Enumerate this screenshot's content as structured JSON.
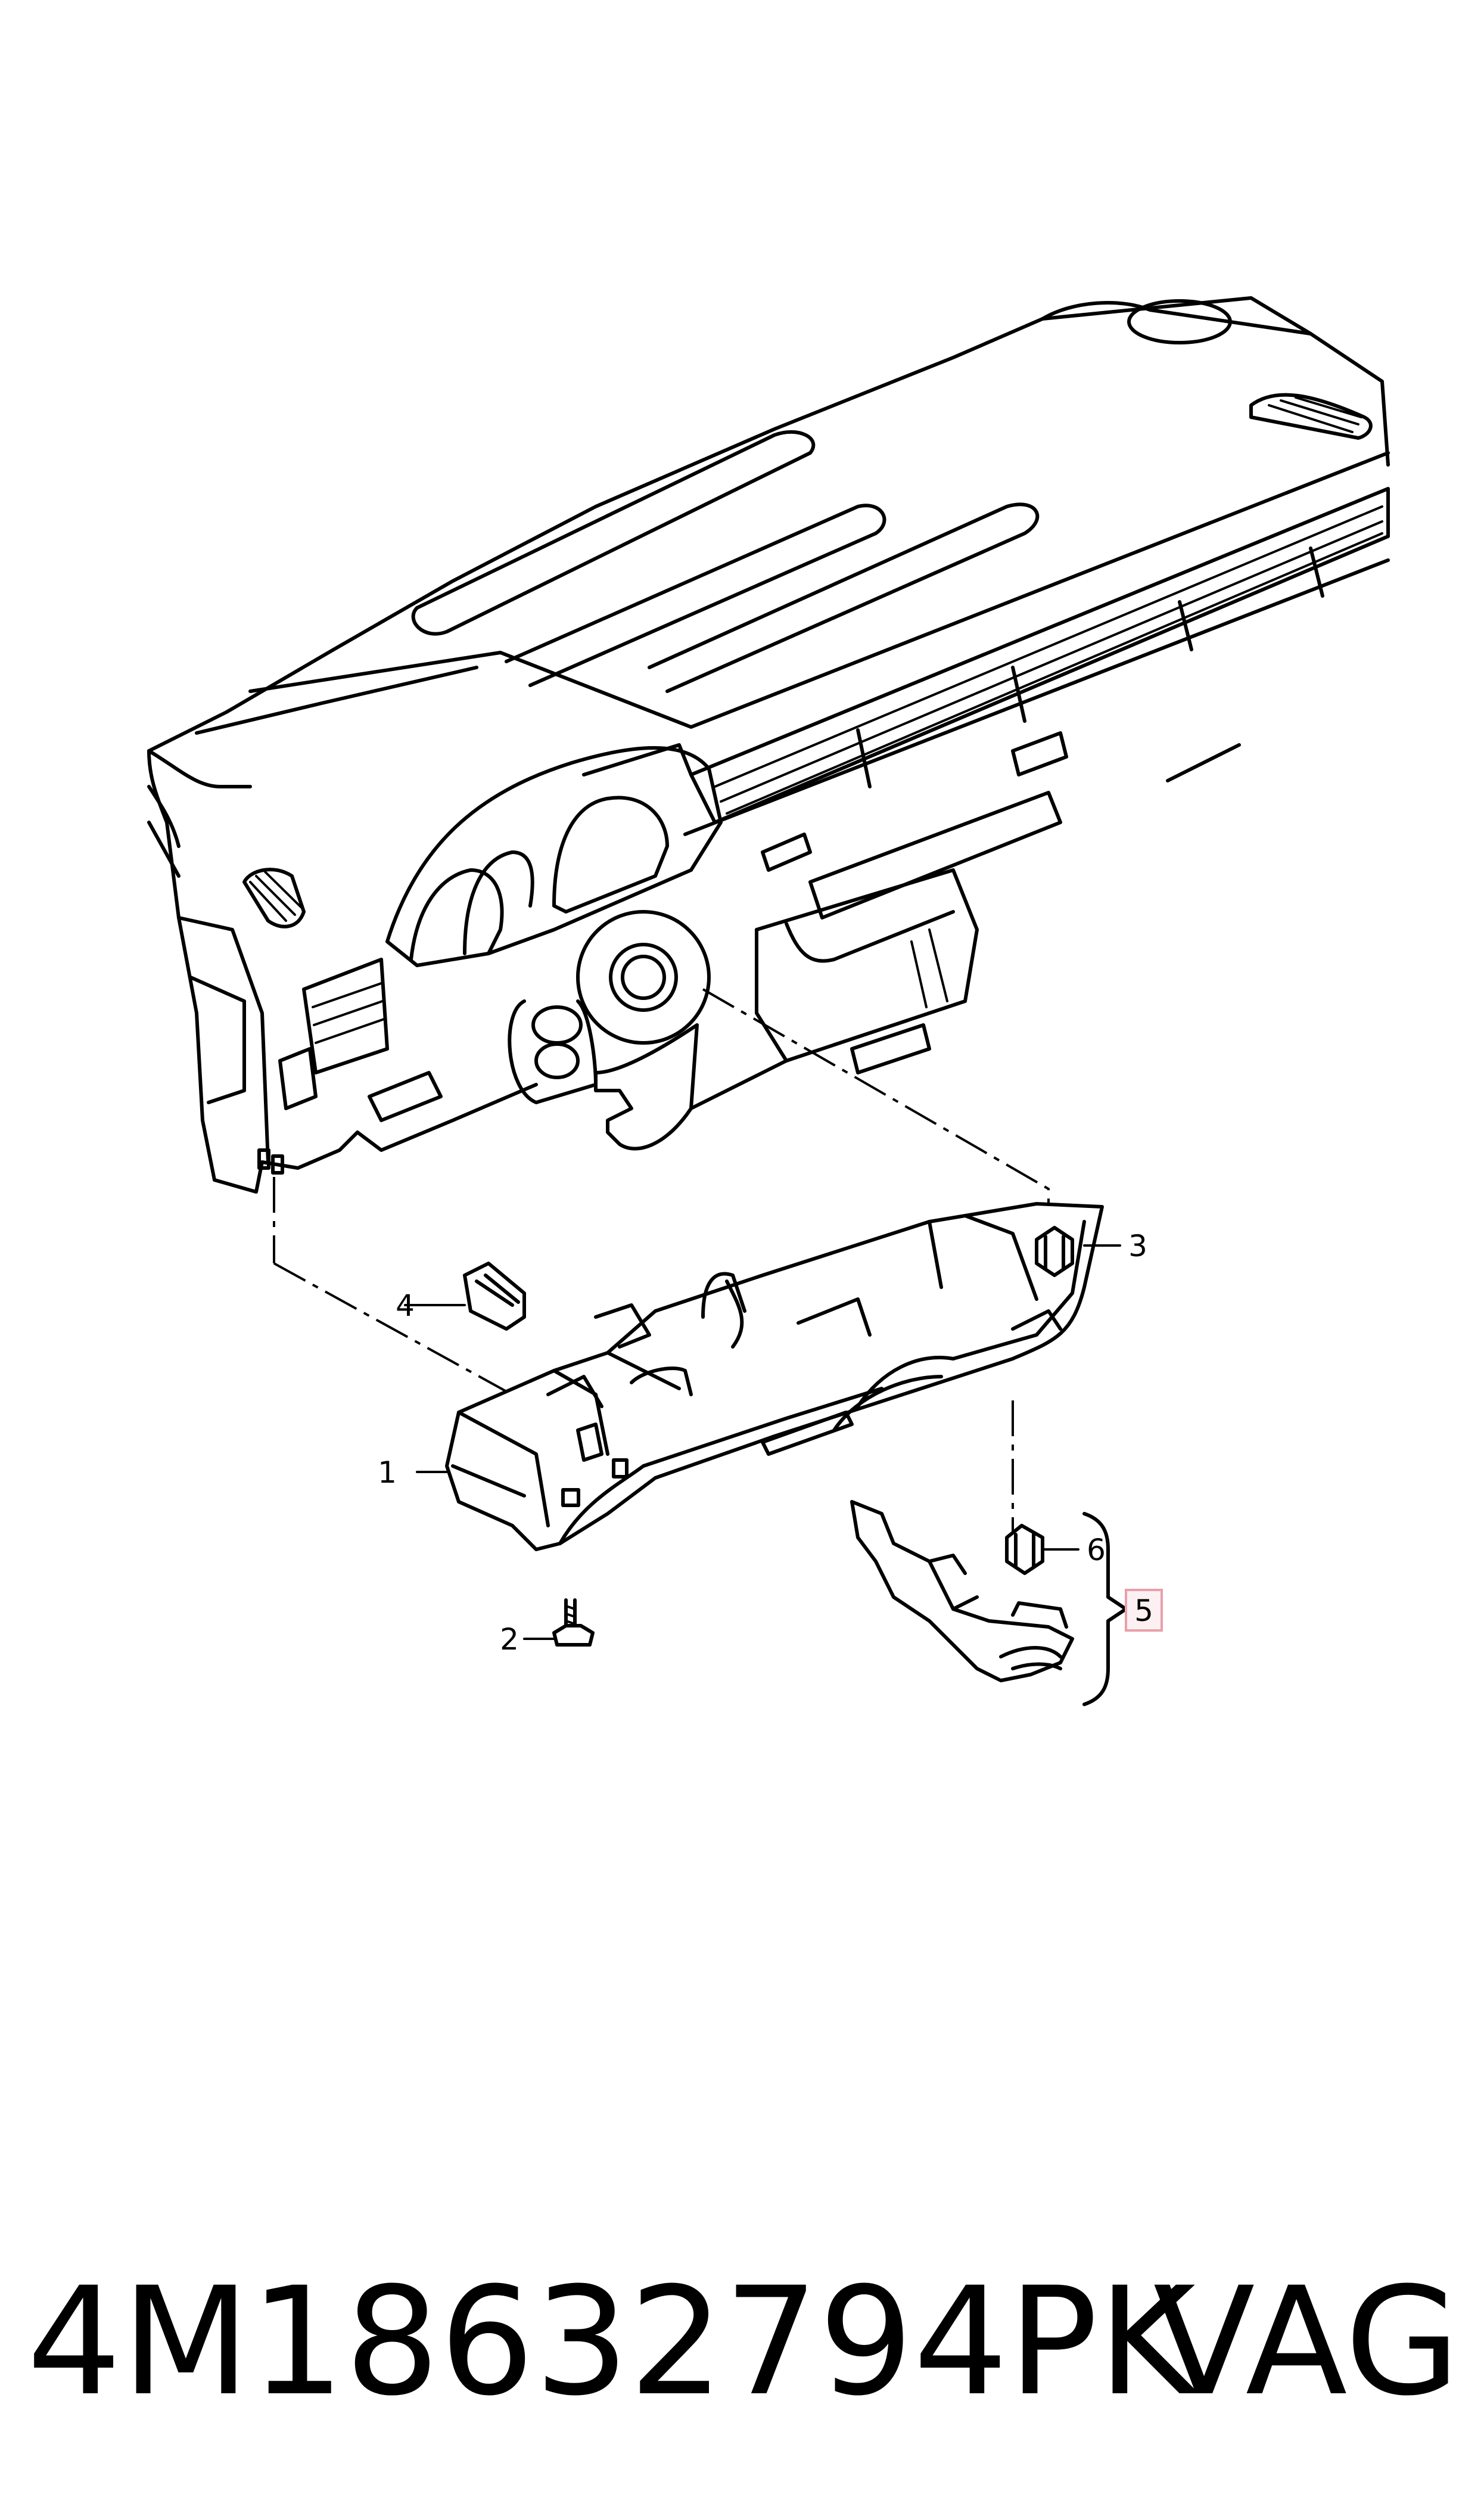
{
  "callouts": [
    "1",
    "2",
    "3",
    "4",
    "5",
    "6"
  ],
  "highlighted_callout": "5",
  "highlight_color": "#e8a0a8",
  "footer": {
    "part_number": "4M18632794PK",
    "brand": "VAG"
  }
}
